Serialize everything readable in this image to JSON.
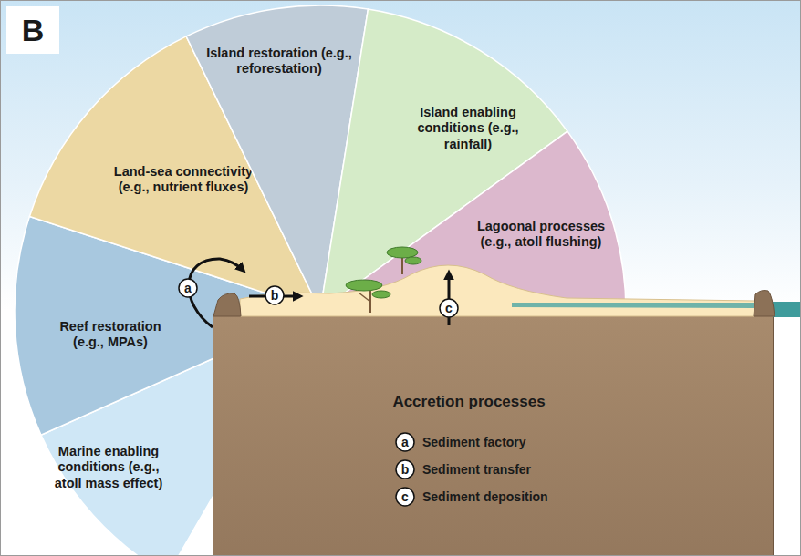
{
  "diagram": {
    "nodes": [
      {
        "text": [
          "Marine enabling conditions (e.g., atoll mass effect)"
        ]
      },
      {
        "text": [
          "Reef restoration (e.g., MPAs)"
        ]
      },
      {
        "text": [
          "Land-sea connectivity (e.g., nutrient fluxes)"
        ]
      },
      {
        "text": [
          "Island restoration (e.g., reforestation)"
        ]
      },
      {
        "text": [
          "Island enabling conditions (e.g., rainfall)"
        ]
      },
      {
        "text": [
          "Lagoonal processes (e.g., atoll flushing)"
        ]
      },
      {
        "text": [
          "a"
        ]
      },
      {
        "text": [
          "b"
        ]
      },
      {
        "text": [
          "c"
        ]
      },
      {
        "text": [
          "Accretion processes"
        ]
      },
      {
        "text": [
          "a"
        ],
        "in": 9
      },
      {
        "text": [
          "b"
        ],
        "in": 9
      },
      {
        "text": [
          "c"
        ],
        "in": 9
      }
    ],
    "labels": [
      "B"
    ],
    "legend": [
      {
        "text": "Sediment factory"
      },
      {
        "text": "Sediment transfer"
      },
      {
        "text": "Sediment deposition"
      }
    ]
  }
}
